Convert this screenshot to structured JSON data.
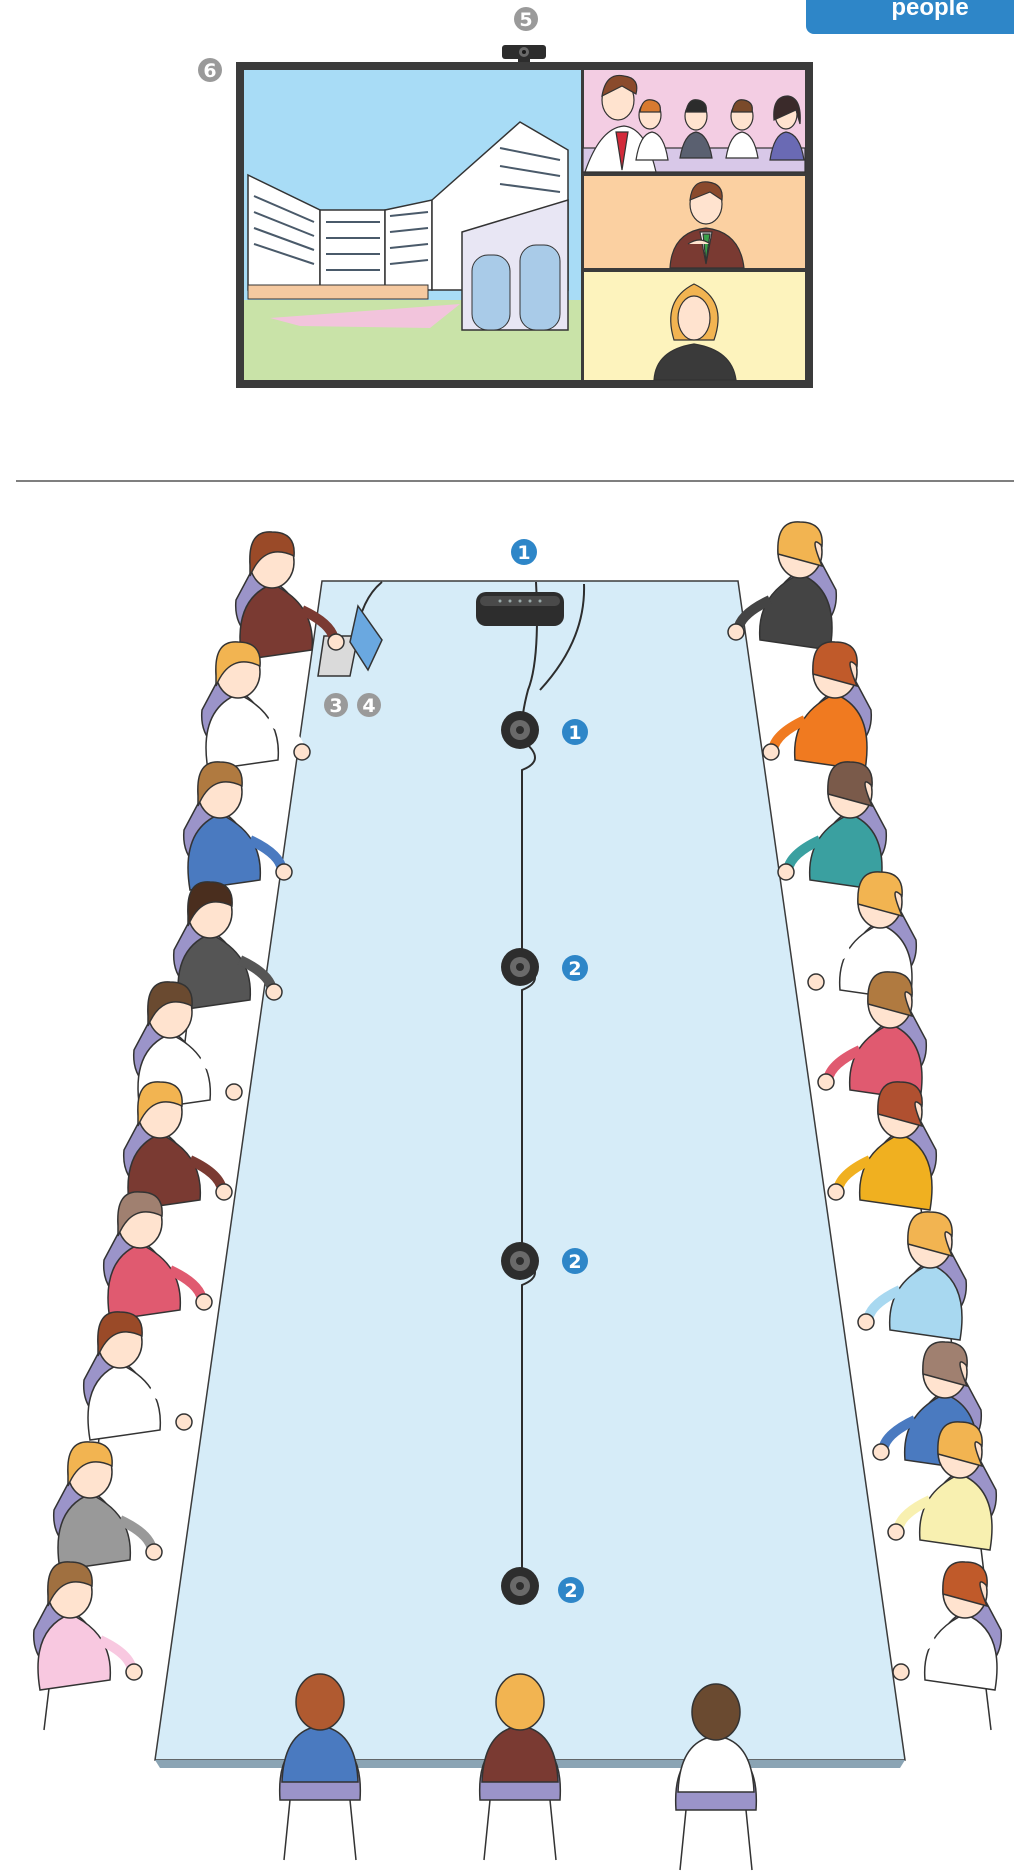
{
  "tab": {
    "label": "people"
  },
  "markers": {
    "speaker_bar": "1",
    "mic_first": "1",
    "mic_expansion_1": "2",
    "mic_expansion_2": "2",
    "mic_expansion_3": "2",
    "laptop_a": "3",
    "laptop_b": "4",
    "camera": "5",
    "display": "6"
  },
  "colors": {
    "accent_blue": "#2e86c8",
    "marker_grey": "#9a9a9a",
    "table": "#d6ecf8",
    "chair": "#9b94c9",
    "screen_frame": "#3b3b3b",
    "sky": "#a8dcf6",
    "divider": "#555555"
  },
  "icons": {
    "camera": "webcam-icon",
    "speaker": "speakerphone-icon",
    "mic": "microphone-pod-icon",
    "laptop": "laptop-icon"
  }
}
